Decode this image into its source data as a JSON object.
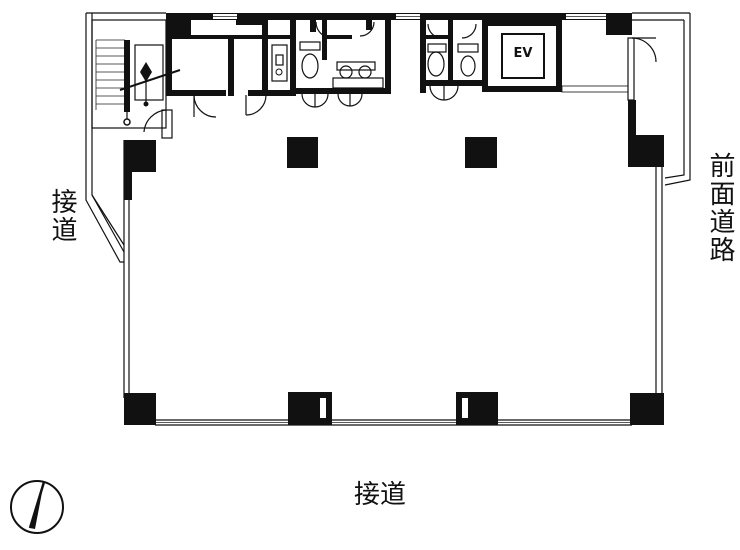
{
  "floorplan": {
    "ev_label": "EV",
    "labels": {
      "left_road": "接道",
      "right_road": "前面道路",
      "bottom_road": "接道"
    }
  },
  "compass": {
    "icon": "north-arrow-icon"
  }
}
